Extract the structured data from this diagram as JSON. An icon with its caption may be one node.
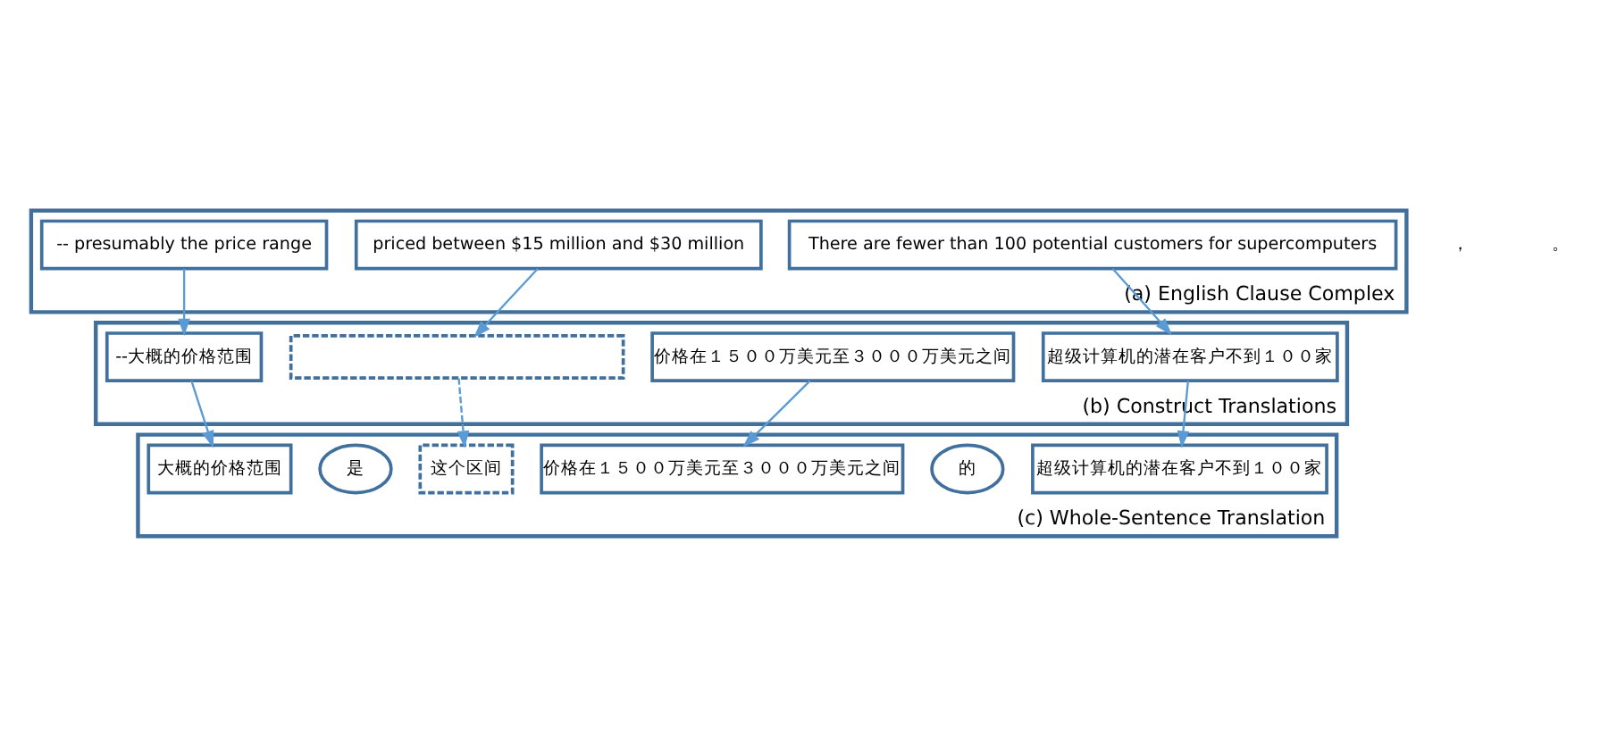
{
  "diagram": {
    "nodes": [
      {
        "text": [
          "(a) English Clause Complex"
        ]
      },
      {
        "text": [
          "There are fewer than 100 potential customers for supercomputers"
        ],
        "in": 0
      },
      {
        "text": [
          "priced between $15 million and $30 million"
        ],
        "in": 0
      },
      {
        "text": [
          "-- presumably the price range"
        ],
        "in": 0
      },
      {
        "text": [
          "(b) Construct Translations"
        ]
      },
      {
        "text": [
          "超级计算机的潜在客户不到１００家"
        ],
        "in": 4
      },
      {
        "text": [
          "价格在１５００万美元至３０００万美元之间"
        ],
        "in": 4
      },
      {
        "text": [],
        "shape": "box",
        "in": 4
      },
      {
        "text": [
          "--大概的价格范围"
        ],
        "in": 4
      },
      {
        "text": [
          "(c) Whole-Sentence Translation"
        ]
      },
      {
        "text": [
          "价格在１５００万美元至３０００万美元之间"
        ],
        "in": 9
      },
      {
        "text": [
          "的"
        ],
        "in": 9
      },
      {
        "text": [
          "超级计算机的潜在客户不到１００家"
        ],
        "in": 9
      },
      {
        "text": [
          "这个区间"
        ],
        "in": 9
      },
      {
        "text": [
          "是"
        ],
        "in": 9
      },
      {
        "text": [
          "大概的价格范围"
        ],
        "in": 9
      }
    ],
    "edges": [
      {
        "from": 1,
        "to": 5,
        "arrow": "to"
      },
      {
        "from": 2,
        "to": 7,
        "arrow": "to"
      },
      {
        "from": 3,
        "to": 8,
        "arrow": "to"
      },
      {
        "from": 5,
        "to": 12,
        "arrow": "to"
      },
      {
        "from": 6,
        "to": 10,
        "arrow": "to"
      },
      {
        "from": 7,
        "to": 13,
        "arrow": "to",
        "style": "dashed"
      },
      {
        "from": 8,
        "to": 15,
        "arrow": "to"
      }
    ],
    "labels": [
      "，",
      "。"
    ]
  }
}
